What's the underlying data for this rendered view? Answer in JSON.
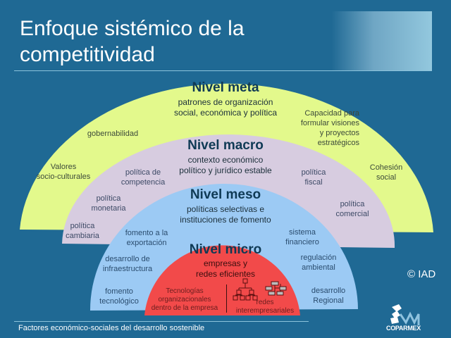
{
  "header": {
    "title_line1": "Enfoque sistémico de la",
    "title_line2": "competitividad"
  },
  "colors": {
    "background": "#1f6994",
    "meta": "#e3f98c",
    "macro": "#d7cce0",
    "meso": "#9ccaf4",
    "micro": "#f24a4a"
  },
  "levels": {
    "meta": {
      "title": "Nivel meta",
      "subtitle_line1": "patrones de organización",
      "subtitle_line2": "social, económica y política",
      "factors": [
        {
          "line1": "gobernabilidad"
        },
        {
          "line1": "Valores",
          "line2": "socio-culturales"
        },
        {
          "line1": "Capacidad para",
          "line2": "formular visiones",
          "line3": "y proyectos",
          "line4": "estratégicos"
        },
        {
          "line1": "Cohesión",
          "line2": "social"
        }
      ]
    },
    "macro": {
      "title": "Nivel macro",
      "subtitle_line1": "contexto económico",
      "subtitle_line2": "político y jurídico estable",
      "factors": [
        {
          "line1": "política de",
          "line2": "competencia"
        },
        {
          "line1": "política",
          "line2": "monetaria"
        },
        {
          "line1": "política",
          "line2": "cambiaria"
        },
        {
          "line1": "política",
          "line2": "fiscal"
        },
        {
          "line1": "política",
          "line2": "comercial"
        }
      ]
    },
    "meso": {
      "title": "Nivel meso",
      "subtitle_line1": "políticas selectivas e",
      "subtitle_line2": "instituciones de fomento",
      "factors": [
        {
          "line1": "fomento  a la",
          "line2": "exportación"
        },
        {
          "line1": "desarrollo  de",
          "line2": "infraestructura"
        },
        {
          "line1": "fomento",
          "line2": "tecnológico"
        },
        {
          "line1": "sistema",
          "line2": "financiero"
        },
        {
          "line1": "regulación",
          "line2": "ambiental"
        },
        {
          "line1": "desarrollo",
          "line2": "Regional"
        }
      ]
    },
    "micro": {
      "title": "Nivel micro",
      "subtitle_line1": "empresas y",
      "subtitle_line2": "redes eficientes",
      "factors": [
        {
          "line1": "Tecnologías",
          "line2": "organizacionales",
          "line3": "dentro de la empresa"
        },
        {
          "line1": "redes",
          "line2": "interempresariales"
        }
      ],
      "icons": [
        "hierarchy-network-icon",
        "ring-network-icon"
      ]
    }
  },
  "copyright": "© IAD",
  "footer": {
    "text": "Factores económico-sociales del desarrollo sostenible"
  },
  "logo": {
    "text": "COPARMEX"
  }
}
